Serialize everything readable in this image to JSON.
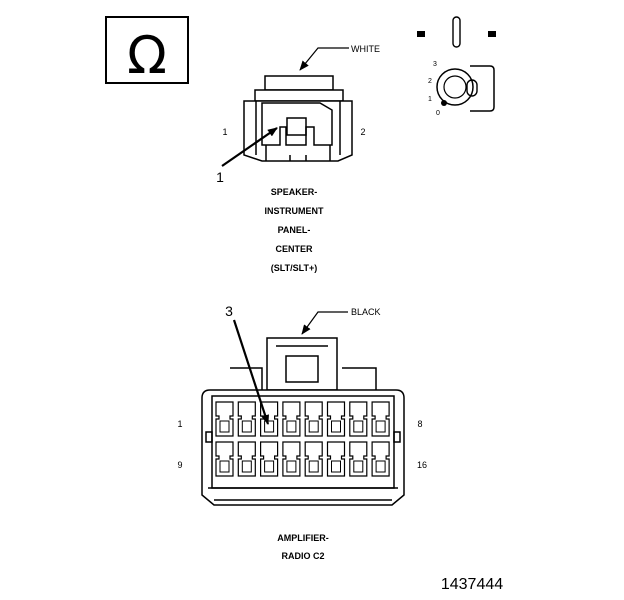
{
  "speaker_connector": {
    "color_label": "WHITE",
    "pin_left": "1",
    "pin_right": "2",
    "callout": "1",
    "caption_lines": [
      "SPEAKER-",
      "INSTRUMENT",
      "PANEL-",
      "CENTER",
      "(SLT/SLT+)"
    ]
  },
  "key_icon": {
    "positions": [
      "3",
      "2",
      "1",
      "0"
    ]
  },
  "amplifier_connector": {
    "color_label": "BLACK",
    "callout": "3",
    "pin_top_left": "1",
    "pin_top_right": "8",
    "pin_bottom_left": "9",
    "pin_bottom_right": "16",
    "caption_lines": [
      "AMPLIFIER-",
      "RADIO C2"
    ]
  },
  "figure_number": "1437444",
  "symbol": "Ω"
}
